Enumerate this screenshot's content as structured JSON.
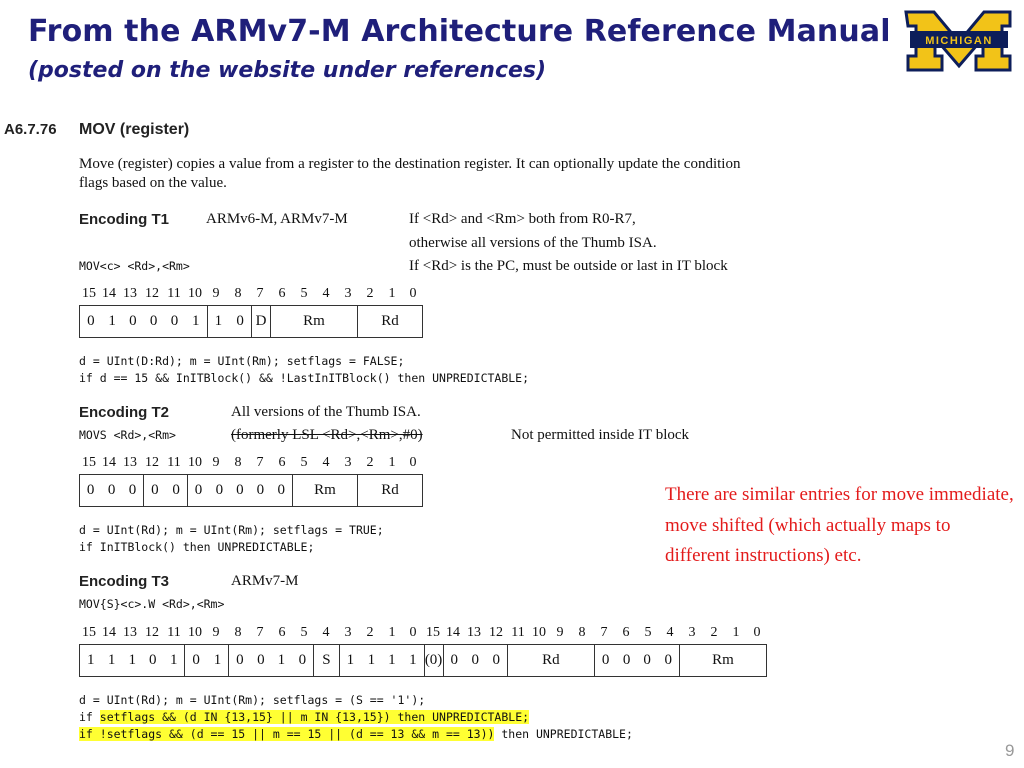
{
  "slide": {
    "title": "From the ARMv7-M Architecture Reference Manual",
    "subtitle": "(posted on the website under references)",
    "logo_text": "MICHIGAN",
    "note": "There are similar entries for move immediate, move shifted (which actually maps to different instructions) etc.",
    "page_number": "9",
    "colors": {
      "title": "#1f1f7a",
      "note": "#e31b1b",
      "logo_navy": "#0d1e5a",
      "logo_maize": "#f2c318",
      "highlight": "#ffff33"
    }
  },
  "manual": {
    "section_number": "A6.7.76",
    "section_title": "MOV (register)",
    "description": "Move (register) copies a value from a register to the destination register. It can optionally update the condition flags based on the value.",
    "t1": {
      "label": "Encoding T1",
      "arch": "ARMv6-M, ARMv7-M",
      "cond1": "If <Rd> and <Rm> both from R0-R7,",
      "cond2": "otherwise all versions of the Thumb ISA.",
      "syntax": "MOV<c> <Rd>,<Rm>",
      "cond3": "If <Rd> is the PC, must be outside or last in IT block",
      "bit_numbers": [
        "15",
        "14",
        "13",
        "12",
        "11",
        "10",
        "9",
        "8",
        "7",
        "6",
        "5",
        "4",
        "3",
        "2",
        "1",
        "0"
      ],
      "fields": [
        "0",
        "1",
        "0",
        "0",
        "0",
        "1",
        "1",
        "0",
        "D",
        "Rm",
        "Rd"
      ],
      "code1": "d = UInt(D:Rd);  m = UInt(Rm);  setflags = FALSE;",
      "code2": "if d == 15 && InITBlock() && !LastInITBlock() then UNPREDICTABLE;"
    },
    "t2": {
      "label": "Encoding T2",
      "arch": "All versions of the Thumb ISA.",
      "syntax": "MOVS <Rd>,<Rm>",
      "formerly": "(formerly LSL <Rd>,<Rm>,#0)",
      "note": "Not permitted inside IT block",
      "bit_numbers": [
        "15",
        "14",
        "13",
        "12",
        "11",
        "10",
        "9",
        "8",
        "7",
        "6",
        "5",
        "4",
        "3",
        "2",
        "1",
        "0"
      ],
      "fields": [
        "0",
        "0",
        "0",
        "0",
        "0",
        "0",
        "0",
        "0",
        "0",
        "0",
        "Rm",
        "Rd"
      ],
      "code1": "d = UInt(Rd);  m = UInt(Rm);  setflags = TRUE;",
      "code2": "if InITBlock() then UNPREDICTABLE;"
    },
    "t3": {
      "label": "Encoding T3",
      "arch": "ARMv7-M",
      "syntax": "MOV{S}<c>.W <Rd>,<Rm>",
      "bit_numbers": [
        "15",
        "14",
        "13",
        "12",
        "11",
        "10",
        "9",
        "8",
        "7",
        "6",
        "5",
        "4",
        "3",
        "2",
        "1",
        "0",
        "15",
        "14",
        "13",
        "12",
        "11",
        "10",
        "9",
        "8",
        "7",
        "6",
        "5",
        "4",
        "3",
        "2",
        "1",
        "0"
      ],
      "fields": [
        "1",
        "1",
        "1",
        "0",
        "1",
        "0",
        "1",
        "0",
        "0",
        "1",
        "0",
        "S",
        "1",
        "1",
        "1",
        "1",
        "(0)",
        "0",
        "0",
        "0",
        "Rd",
        "0",
        "0",
        "0",
        "0",
        "Rm"
      ],
      "code1": "d = UInt(Rd);  m = UInt(Rm);  setflags = (S == '1');",
      "code2_prefix": "if ",
      "code2_hl": "setflags && (d IN {13,15} || m IN {13,15}) then UNPREDICTABLE;",
      "code3_hl": "if !setflags && (d == 15 || m == 15 || (d == 13 && m == 13))",
      "code3_rest": " then UNPREDICTABLE;"
    }
  }
}
